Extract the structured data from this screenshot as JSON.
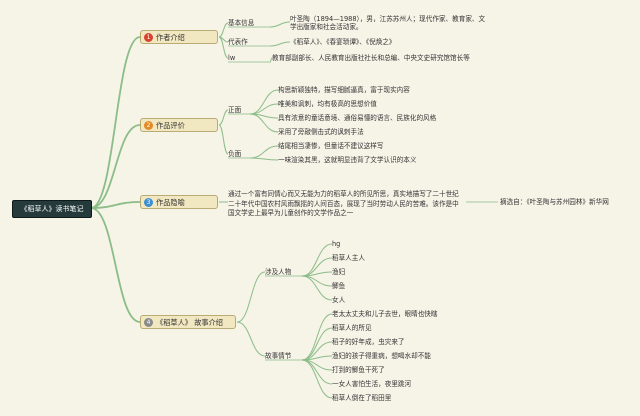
{
  "root": "《稻草人》读书笔记",
  "branches": [
    {
      "label": "作者介绍",
      "num": "1",
      "color": "#d9442f"
    },
    {
      "label": "作品评价",
      "num": "2",
      "color": "#e58a28"
    },
    {
      "label": "作品隐喻",
      "num": "3",
      "color": "#3d8fd4"
    },
    {
      "label": "《稻草人》 故事介绍",
      "num": "4",
      "color": "#8a8a8a"
    }
  ],
  "author": {
    "basic_label": "基本信息",
    "basic_text": "叶圣陶（1894—1988），男，江苏苏州人；现代作家、教育家、文学出版家和社会活动家。",
    "works_label": "代表作",
    "works_text": "《稻草人》、《春宴琐谭》、《倪焕之》",
    "lw_label": "lw",
    "lw_text": "教育部副部长、人民教育出版社社长和总编、中央文史研究馆馆长等"
  },
  "evaluation": {
    "pos_label": "正面",
    "pos": [
      "构思新颖独特，描写细腻逼真，富于现实内容",
      "唯美和讽刺，均有极高的思想价值",
      "具有浓意的童话意境、通俗易懂的语言、民族化的风格",
      "采用了旁敲侧击式的讽刺手法"
    ],
    "neg_label": "负面",
    "neg": [
      "结尾相当凄惨，但童话不建议这样写",
      "一味渲染其黑，这就明显违背了文学认识的本义"
    ]
  },
  "metaphor": {
    "text": "通过一个富有同情心而又无能为力的稻草人的所见所思，真实地描写了二十世纪二十年代中国农村风雨飘摇的人间百态，展现了当时劳动人民的苦难。该作是中国文学史上最早为儿童创作的文学作品之一",
    "source": "摘选自：《叶圣陶与苏州园林》新华网"
  },
  "story": {
    "chars_label": "涉及人物",
    "chars": [
      "hg",
      "稻草人主人",
      "渔妇",
      "鲫鱼",
      "女人"
    ],
    "plot_label": "故事情节",
    "plot": [
      "老太太丈夫和儿子去世，眼睛也快瞎",
      "稻草人的所见",
      "稻子的好年成，虫灾来了",
      "渔妇的孩子得重病，想喝水却不能",
      "打到的鲫鱼干死了",
      "一女人害怕生活，夜里跳河",
      "稻草人倒在了稻田里"
    ]
  },
  "colors": {
    "link": "#8bbd88",
    "root_bg": "#253a3b",
    "branch_bg": "#f1e7c0"
  }
}
